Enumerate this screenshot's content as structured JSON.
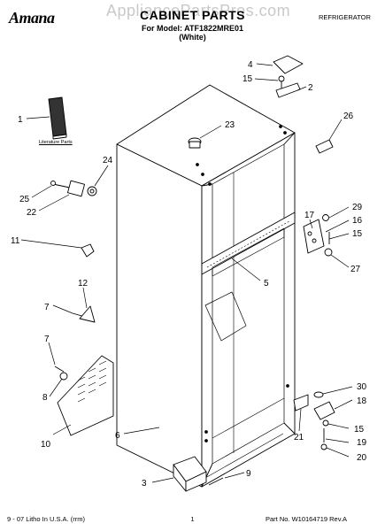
{
  "header": {
    "brand": "Amana",
    "watermark": "AppliancePartsPros.com",
    "title": "CABINET PARTS",
    "model_line": "For Model: ATF1822MRE01",
    "color_line": "(White)",
    "appliance_type": "REFRIGERATOR"
  },
  "diagram": {
    "literature_label": "Literature Parts",
    "callouts": [
      "1",
      "2",
      "3",
      "4",
      "6",
      "7",
      "7",
      "8",
      "9",
      "10",
      "11",
      "12",
      "15",
      "15",
      "15",
      "16",
      "17",
      "18",
      "19",
      "20",
      "21",
      "22",
      "23",
      "24",
      "25",
      "26",
      "27",
      "29",
      "30",
      "5"
    ]
  },
  "footer": {
    "left": "9 - 07 Litho In U.S.A. (rrm)",
    "page": "1",
    "right": "Part No. W10164719 Rev.A"
  }
}
